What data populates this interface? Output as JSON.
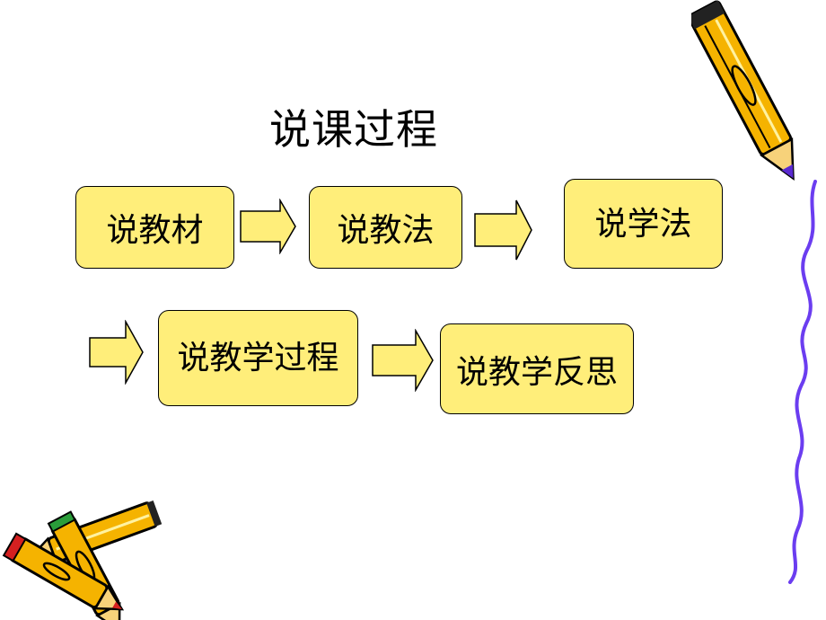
{
  "title": "说课过程",
  "steps": [
    "说教材",
    "说教法",
    "说学法",
    "说教学过程",
    "说教学反思"
  ],
  "colors": {
    "box_fill": "#ffee7a",
    "arrow_fill": "#ffee7a",
    "pencil_body": "#f5b300",
    "squiggle": "#6b3df0"
  },
  "icons": [
    "pencil-icon",
    "pencils-icon"
  ]
}
